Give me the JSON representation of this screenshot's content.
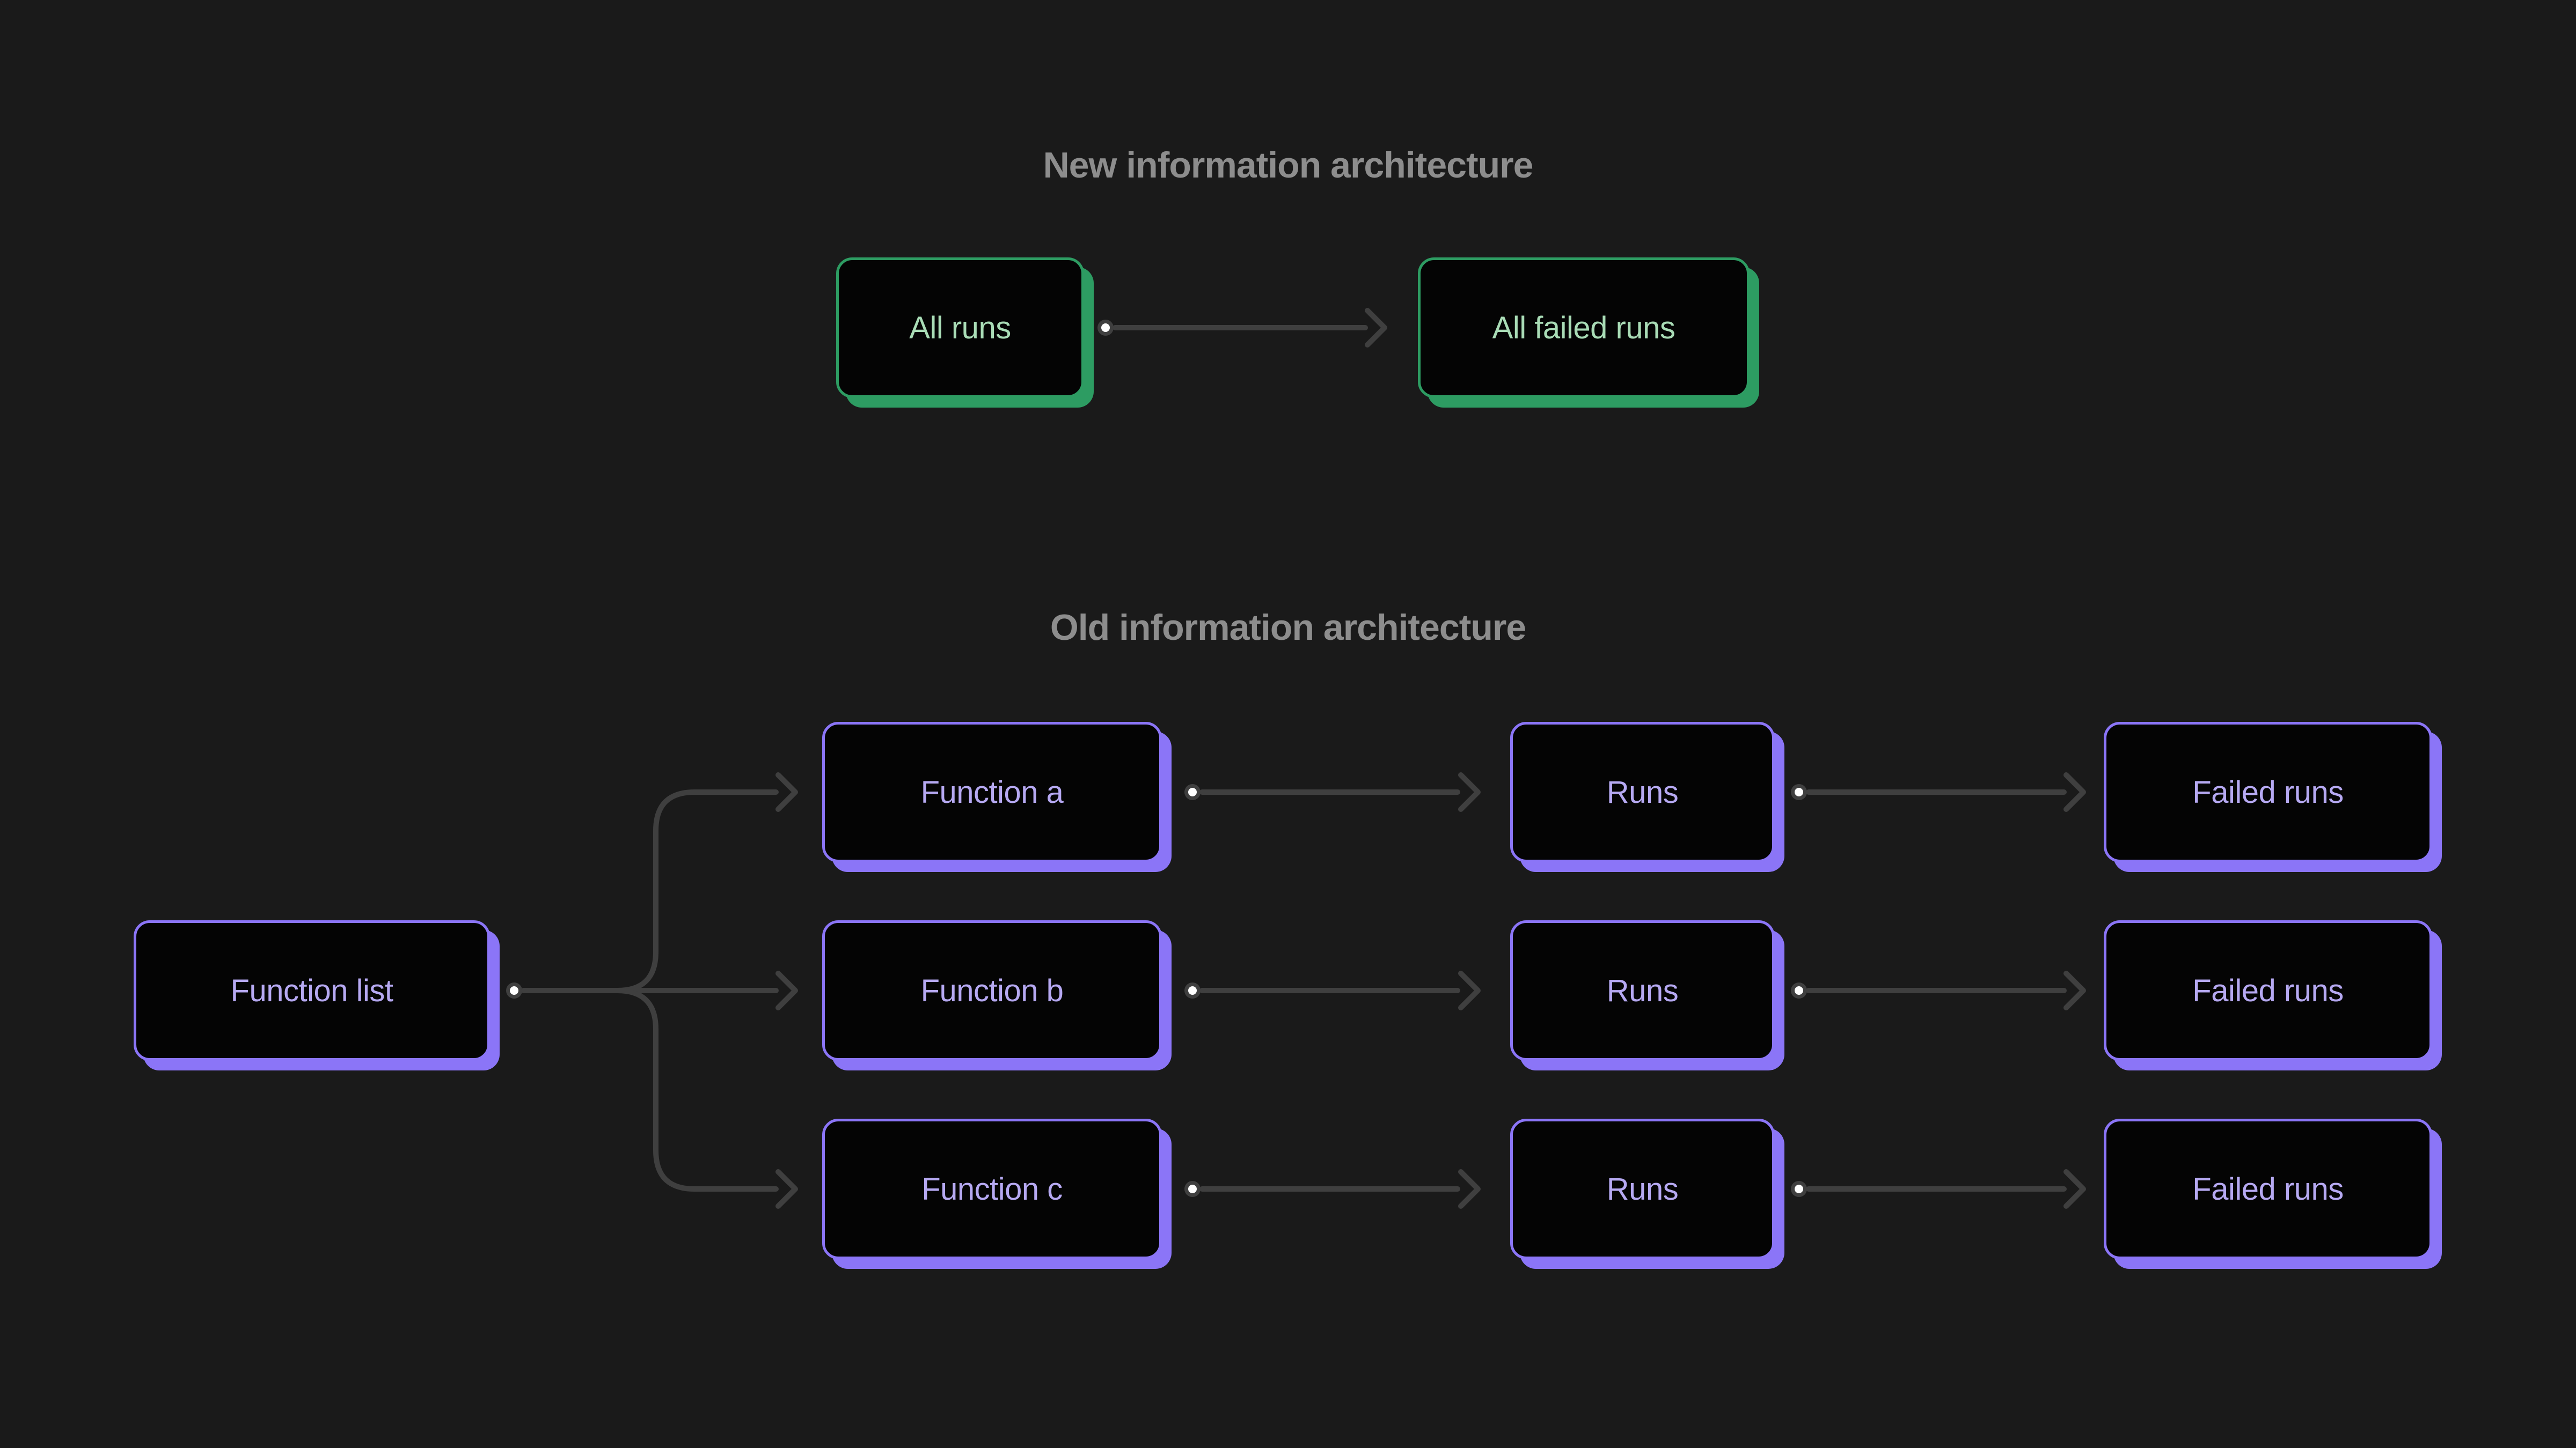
{
  "titles": {
    "new": "New information architecture",
    "old": "Old information architecture"
  },
  "nodes": {
    "all_runs": "All runs",
    "all_failed_runs": "All failed runs",
    "function_list": "Function list",
    "function_a": "Function a",
    "function_b": "Function b",
    "function_c": "Function c",
    "runs_a": "Runs",
    "runs_b": "Runs",
    "runs_c": "Runs",
    "failed_runs_a": "Failed runs",
    "failed_runs_b": "Failed runs",
    "failed_runs_c": "Failed runs"
  },
  "colors": {
    "background": "#1a1a1a",
    "node_fill": "#040404",
    "green_accent": "#2d9c62",
    "green_text": "#a9dcb6",
    "purple_accent": "#8b75f7",
    "purple_text": "#b6a9f2",
    "connector": "#3f3f3f",
    "connector_dot_center": "#ffffff",
    "title_text": "#8d8d8d"
  }
}
